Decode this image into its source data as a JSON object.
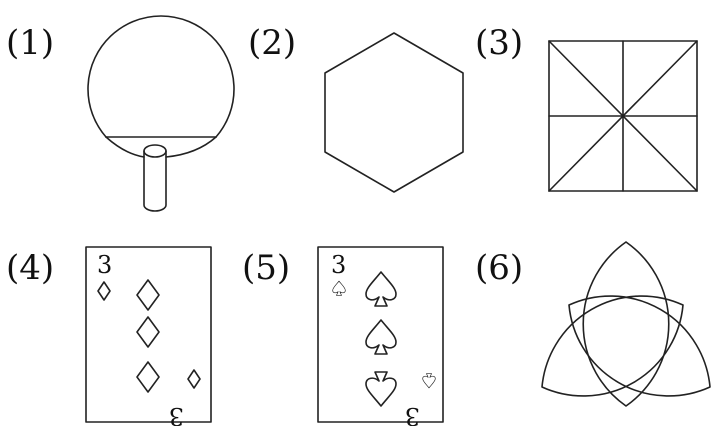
{
  "figures": [
    {
      "label": "(1)",
      "icon": "fan-icon"
    },
    {
      "label": "(2)",
      "icon": "hexagon-icon"
    },
    {
      "label": "(3)",
      "icon": "pinwheel-icon"
    },
    {
      "label": "(4)",
      "icon": "diamond-card-icon",
      "card_rank": "3"
    },
    {
      "label": "(5)",
      "icon": "spade-card-icon",
      "card_rank": "3"
    },
    {
      "label": "(6)",
      "icon": "triquetra-icon"
    }
  ],
  "colors": {
    "stroke": "#222222",
    "background": "#ffffff"
  }
}
